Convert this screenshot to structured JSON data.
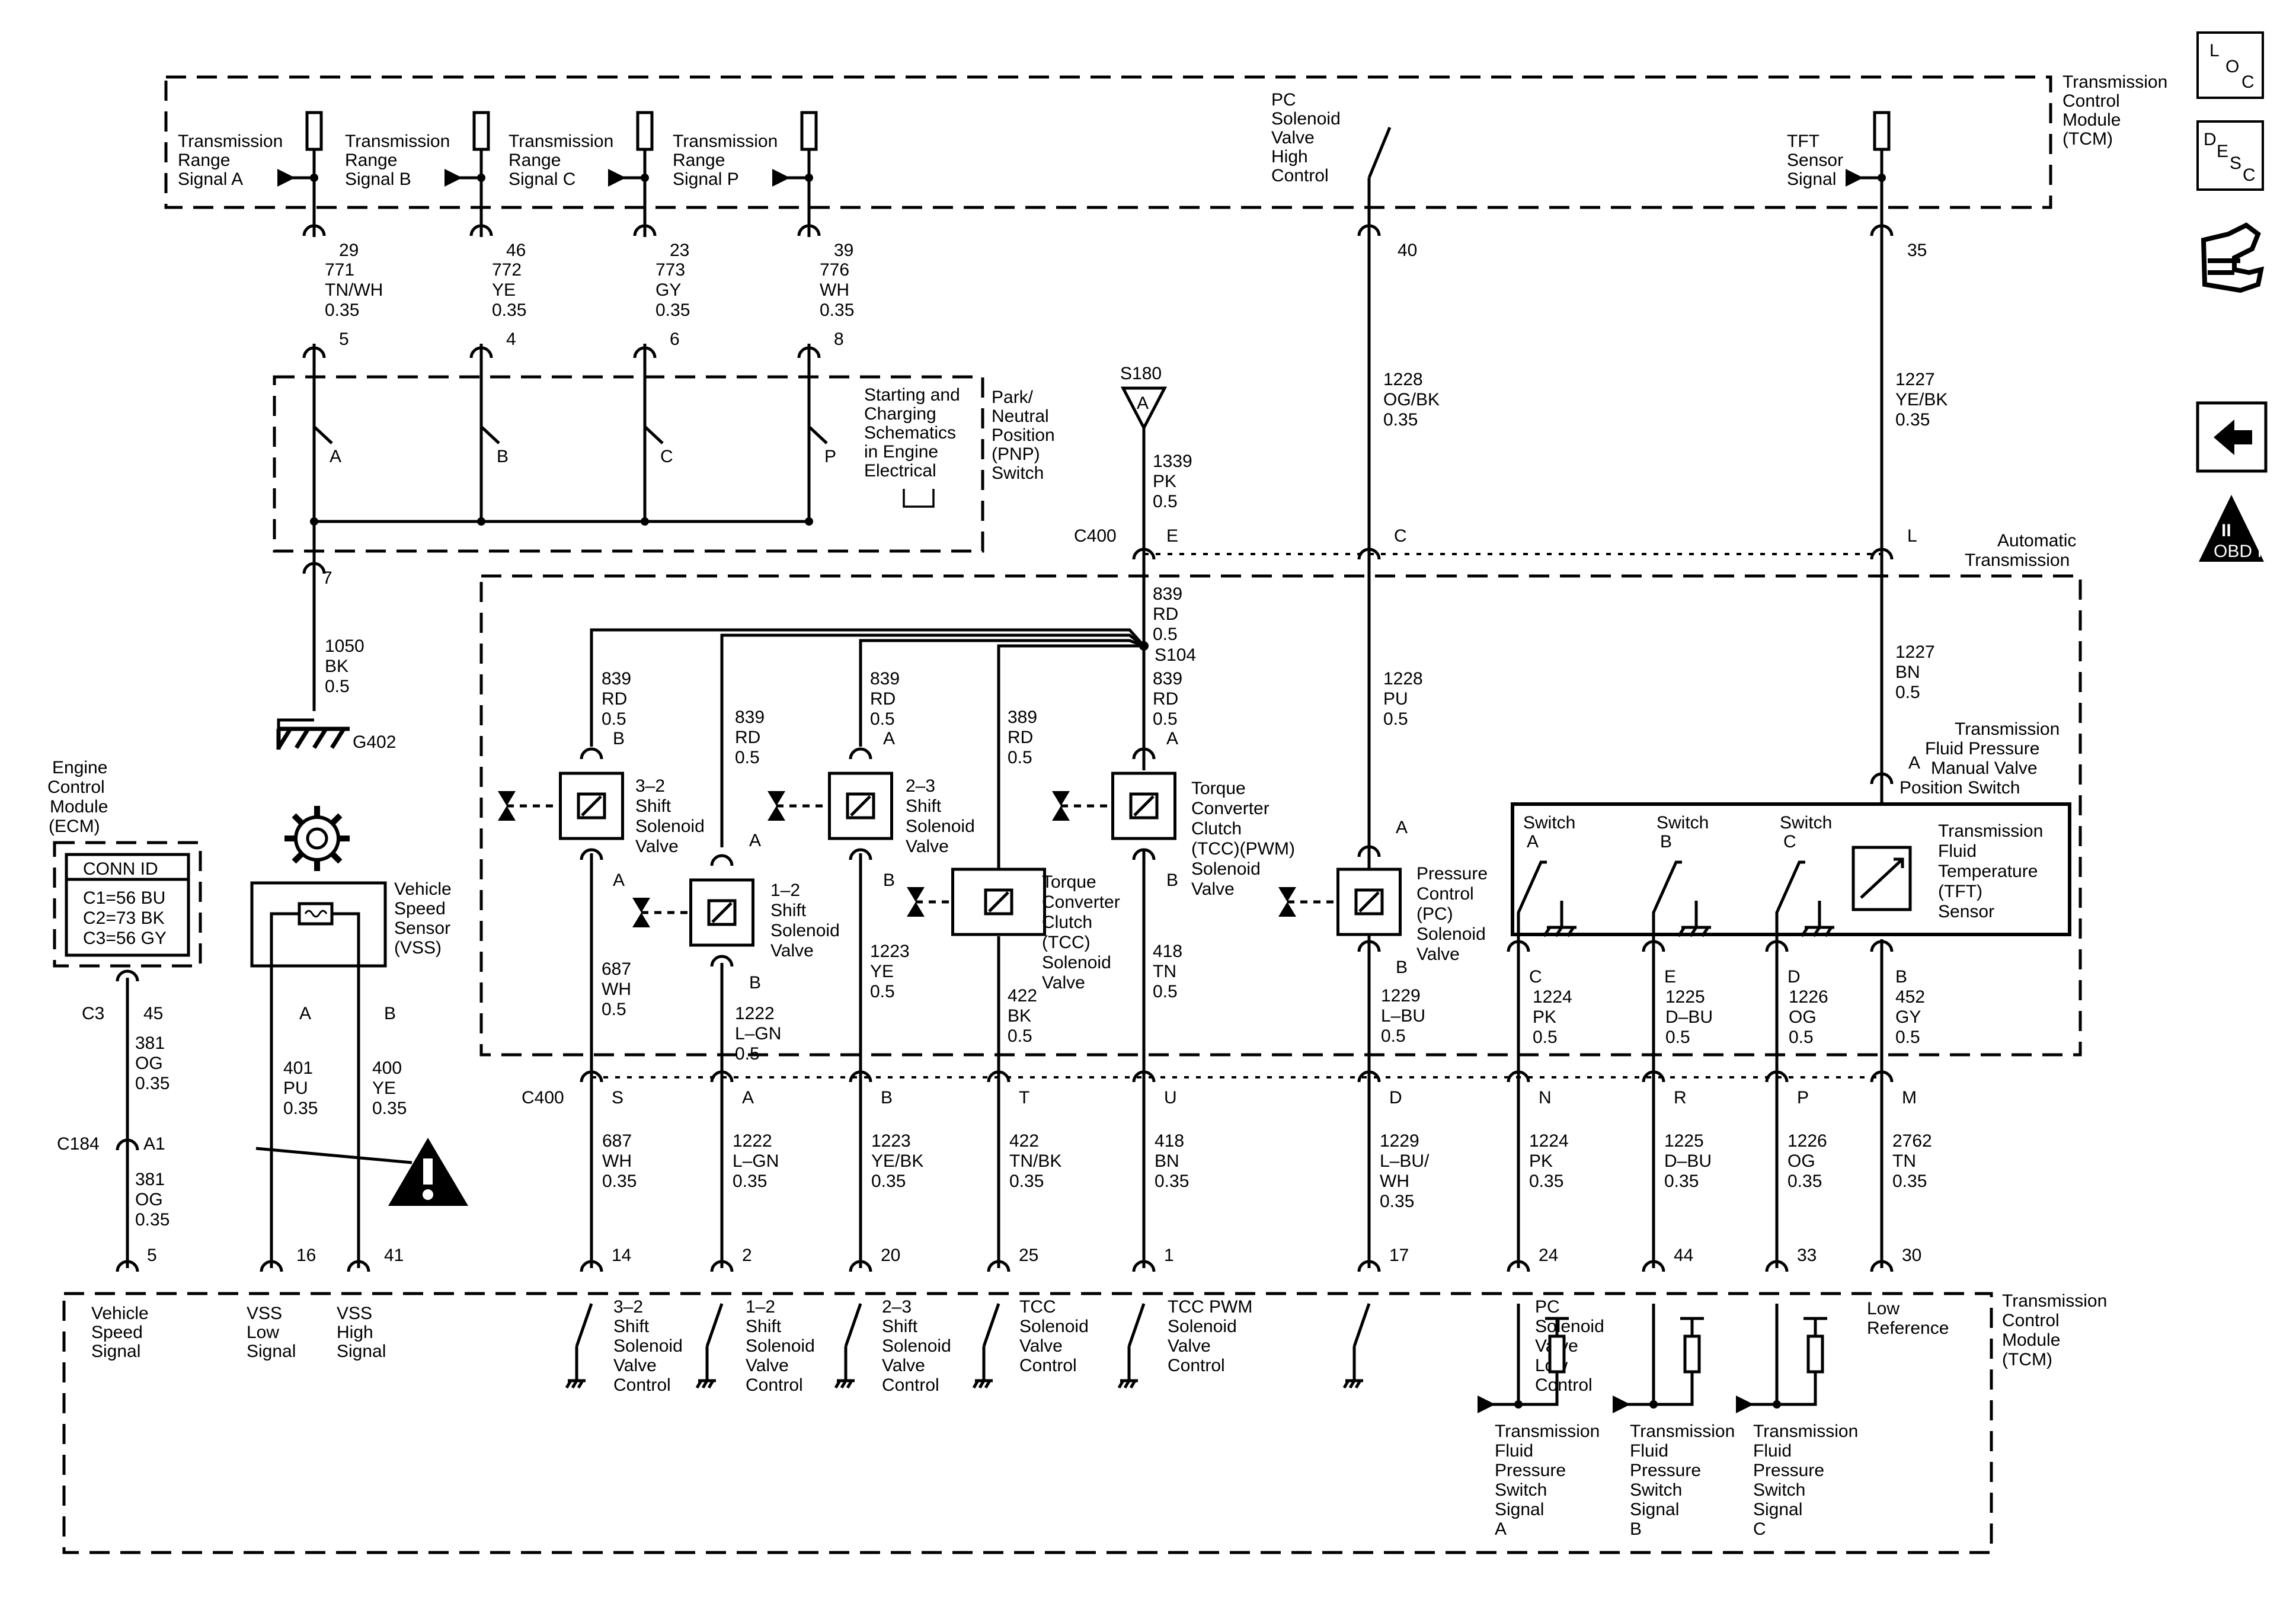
{
  "tcm_top": {
    "label": [
      "Transmission",
      "Control",
      "Module",
      "(TCM)"
    ]
  },
  "tcm_bottom": {
    "label": [
      "Transmission",
      "Control",
      "Module",
      "(TCM)"
    ]
  },
  "ecm": {
    "label": [
      "Engine",
      "Control",
      "Module",
      "(ECM)"
    ]
  },
  "conn_id": {
    "title": "CONN ID",
    "lines": [
      "C1=56 BU",
      "C2=73 BK",
      "C3=56 GY"
    ]
  },
  "pnp": {
    "label": [
      "Park/",
      "Neutral",
      "Position",
      "(PNP)",
      "Switch"
    ],
    "note": [
      "Starting and",
      "Charging",
      "Schematics",
      "in Engine",
      "Electrical"
    ]
  },
  "auto_trans": {
    "label": [
      "Automatic",
      "Transmission"
    ]
  },
  "vss": {
    "label": [
      "Vehicle",
      "Speed",
      "Sensor",
      "(VSS)"
    ]
  },
  "range_signals": [
    {
      "label": [
        "Transmission",
        "Range",
        "Signal A"
      ],
      "pin": "29",
      "circuit": [
        "771",
        "TN/WH",
        "0.35"
      ],
      "pnp_pin": "5",
      "switch": "A"
    },
    {
      "label": [
        "Transmission",
        "Range",
        "Signal B"
      ],
      "pin": "46",
      "circuit": [
        "772",
        "YE",
        "0.35"
      ],
      "pnp_pin": "4",
      "switch": "B"
    },
    {
      "label": [
        "Transmission",
        "Range",
        "Signal C"
      ],
      "pin": "23",
      "circuit": [
        "773",
        "GY",
        "0.35"
      ],
      "pnp_pin": "6",
      "switch": "C"
    },
    {
      "label": [
        "Transmission",
        "Range",
        "Signal P"
      ],
      "pin": "39",
      "circuit": [
        "776",
        "WH",
        "0.35"
      ],
      "pnp_pin": "8",
      "switch": "P"
    }
  ],
  "pnp_ground": {
    "pin": "7",
    "circuit": [
      "1050",
      "BK",
      "0.5"
    ],
    "ground": "G402"
  },
  "pc_high": {
    "label": [
      "PC",
      "Solenoid",
      "Valve",
      "High",
      "Control"
    ],
    "pin": "40",
    "circuit": [
      "1228",
      "OG/BK",
      "0.35"
    ],
    "c400_pin": "C",
    "inner": [
      "1228",
      "PU",
      "0.5"
    ]
  },
  "tft": {
    "label": [
      "TFT",
      "Sensor",
      "Signal"
    ],
    "pin": "35",
    "circuit": [
      "1227",
      "YE/BK",
      "0.35"
    ],
    "c400_pin": "L",
    "inner": [
      "1227",
      "BN",
      "0.5"
    ],
    "switch_pin": "A"
  },
  "s180": {
    "splice": "S180",
    "letter": "A",
    "circuit": [
      "1339",
      "PK",
      "0.5"
    ],
    "c400": "C400",
    "c400_pin": "E"
  },
  "s104": {
    "splice": "S104",
    "circuit_in": [
      "839",
      "RD",
      "0.5"
    ]
  },
  "feeds": [
    [
      "839",
      "RD",
      "0.5"
    ],
    [
      "839",
      "RD",
      "0.5"
    ],
    [
      "839",
      "RD",
      "0.5"
    ],
    [
      "389",
      "RD",
      "0.5"
    ],
    [
      "839",
      "RD",
      "0.5"
    ]
  ],
  "solenoids": {
    "s32": [
      "3–2",
      "Shift",
      "Solenoid",
      "Valve"
    ],
    "s12": [
      "1–2",
      "Shift",
      "Solenoid",
      "Valve"
    ],
    "s23": [
      "2–3",
      "Shift",
      "Solenoid",
      "Valve"
    ],
    "tcc": [
      "Torque",
      "Converter",
      "Clutch",
      "(TCC)",
      "Solenoid",
      "Valve"
    ],
    "tccpwm": [
      "Torque",
      "Converter",
      "Clutch",
      "(TCC)(PWM)",
      "Solenoid",
      "Valve"
    ],
    "pc": [
      "Pressure",
      "Control",
      "(PC)",
      "Solenoid",
      "Valve"
    ]
  },
  "pressure_switch": {
    "label": [
      "Transmission",
      "Fluid Pressure",
      "Manual Valve",
      "Position Switch"
    ],
    "switches": [
      "Switch",
      "Switch",
      "Switch"
    ],
    "switch_letters": [
      "A",
      "B",
      "C"
    ],
    "tft_label": [
      "Transmission",
      "Fluid",
      "Temperature",
      "(TFT)",
      "Sensor"
    ]
  },
  "inner_circuits": [
    {
      "circuit": [
        "687",
        "WH",
        "0.5"
      ]
    },
    {
      "circuit": [
        "1222",
        "L–GN",
        "0.5"
      ]
    },
    {
      "circuit": [
        "1223",
        "YE",
        "0.5"
      ]
    },
    {
      "circuit": [
        "422",
        "BK",
        "0.5"
      ]
    },
    {
      "circuit": [
        "418",
        "TN",
        "0.5"
      ]
    },
    {
      "circuit": [
        "1229",
        "L–BU",
        "0.5"
      ]
    },
    {
      "circuit": [
        "1224",
        "PK",
        "0.5"
      ]
    },
    {
      "circuit": [
        "1225",
        "D–BU",
        "0.5"
      ]
    },
    {
      "circuit": [
        "1226",
        "OG",
        "0.5"
      ]
    },
    {
      "circuit": [
        "452",
        "GY",
        "0.5"
      ]
    }
  ],
  "bottom_c400": "C400",
  "bottom_pins": [
    "S",
    "A",
    "B",
    "T",
    "U",
    "D",
    "N",
    "R",
    "P",
    "M"
  ],
  "bottom_circuits": [
    [
      "687",
      "WH",
      "0.35"
    ],
    [
      "1222",
      "L–GN",
      "0.35"
    ],
    [
      "1223",
      "YE/BK",
      "0.35"
    ],
    [
      "422",
      "TN/BK",
      "0.35"
    ],
    [
      "418",
      "BN",
      "0.35"
    ],
    [
      "1229",
      "L–BU/",
      "WH",
      "0.35"
    ],
    [
      "1224",
      "PK",
      "0.35"
    ],
    [
      "1225",
      "D–BU",
      "0.35"
    ],
    [
      "1226",
      "OG",
      "0.35"
    ],
    [
      "2762",
      "TN",
      "0.35"
    ]
  ],
  "tcm_pins": [
    "14",
    "2",
    "20",
    "25",
    "1",
    "17",
    "24",
    "44",
    "33",
    "30"
  ],
  "tcm_labels": [
    [
      "3–2",
      "Shift",
      "Solenoid",
      "Valve",
      "Control"
    ],
    [
      "1–2",
      "Shift",
      "Solenoid",
      "Valve",
      "Control"
    ],
    [
      "2–3",
      "Shift",
      "Solenoid",
      "Valve",
      "Control"
    ],
    [
      "TCC",
      "Solenoid",
      "Valve",
      "Control"
    ],
    [
      "TCC PWM",
      "Solenoid",
      "Valve",
      "Control"
    ],
    [
      "PC",
      "Solenoid",
      "Valve",
      "Low",
      "Control"
    ],
    [
      "Low",
      "Reference"
    ]
  ],
  "pressure_signals": [
    [
      "Transmission",
      "Fluid",
      "Pressure",
      "Switch",
      "Signal",
      "A"
    ],
    [
      "Transmission",
      "Fluid",
      "Pressure",
      "Switch",
      "Signal",
      "B"
    ],
    [
      "Transmission",
      "Fluid",
      "Pressure",
      "Switch",
      "Signal",
      "C"
    ]
  ],
  "ecm_side": {
    "c3": "C3",
    "c3_pin": "45",
    "circuit1": [
      "381",
      "OG",
      "0.35"
    ],
    "c184": "C184",
    "c184_pin": "A1",
    "circuit2": [
      "381",
      "OG",
      "0.35"
    ],
    "tcm_pin": "5",
    "tcm_label": [
      "Vehicle",
      "Speed",
      "Signal"
    ]
  },
  "vss_lines": [
    {
      "pin": "A",
      "circuit": [
        "401",
        "PU",
        "0.35"
      ],
      "tcm_pin": "16",
      "tcm_label": [
        "VSS",
        "Low",
        "Signal"
      ]
    },
    {
      "pin": "B",
      "circuit": [
        "400",
        "YE",
        "0.35"
      ],
      "tcm_pin": "41",
      "tcm_label": [
        "VSS",
        "High",
        "Signal"
      ]
    }
  ],
  "side_icons": [
    {
      "name": "loc",
      "letters": [
        "L",
        "O",
        "C"
      ]
    },
    {
      "name": "desc",
      "letters": [
        "D",
        "E",
        "S",
        "C"
      ]
    },
    {
      "name": "obd",
      "text": "OBD II",
      "numeral": "II"
    }
  ]
}
